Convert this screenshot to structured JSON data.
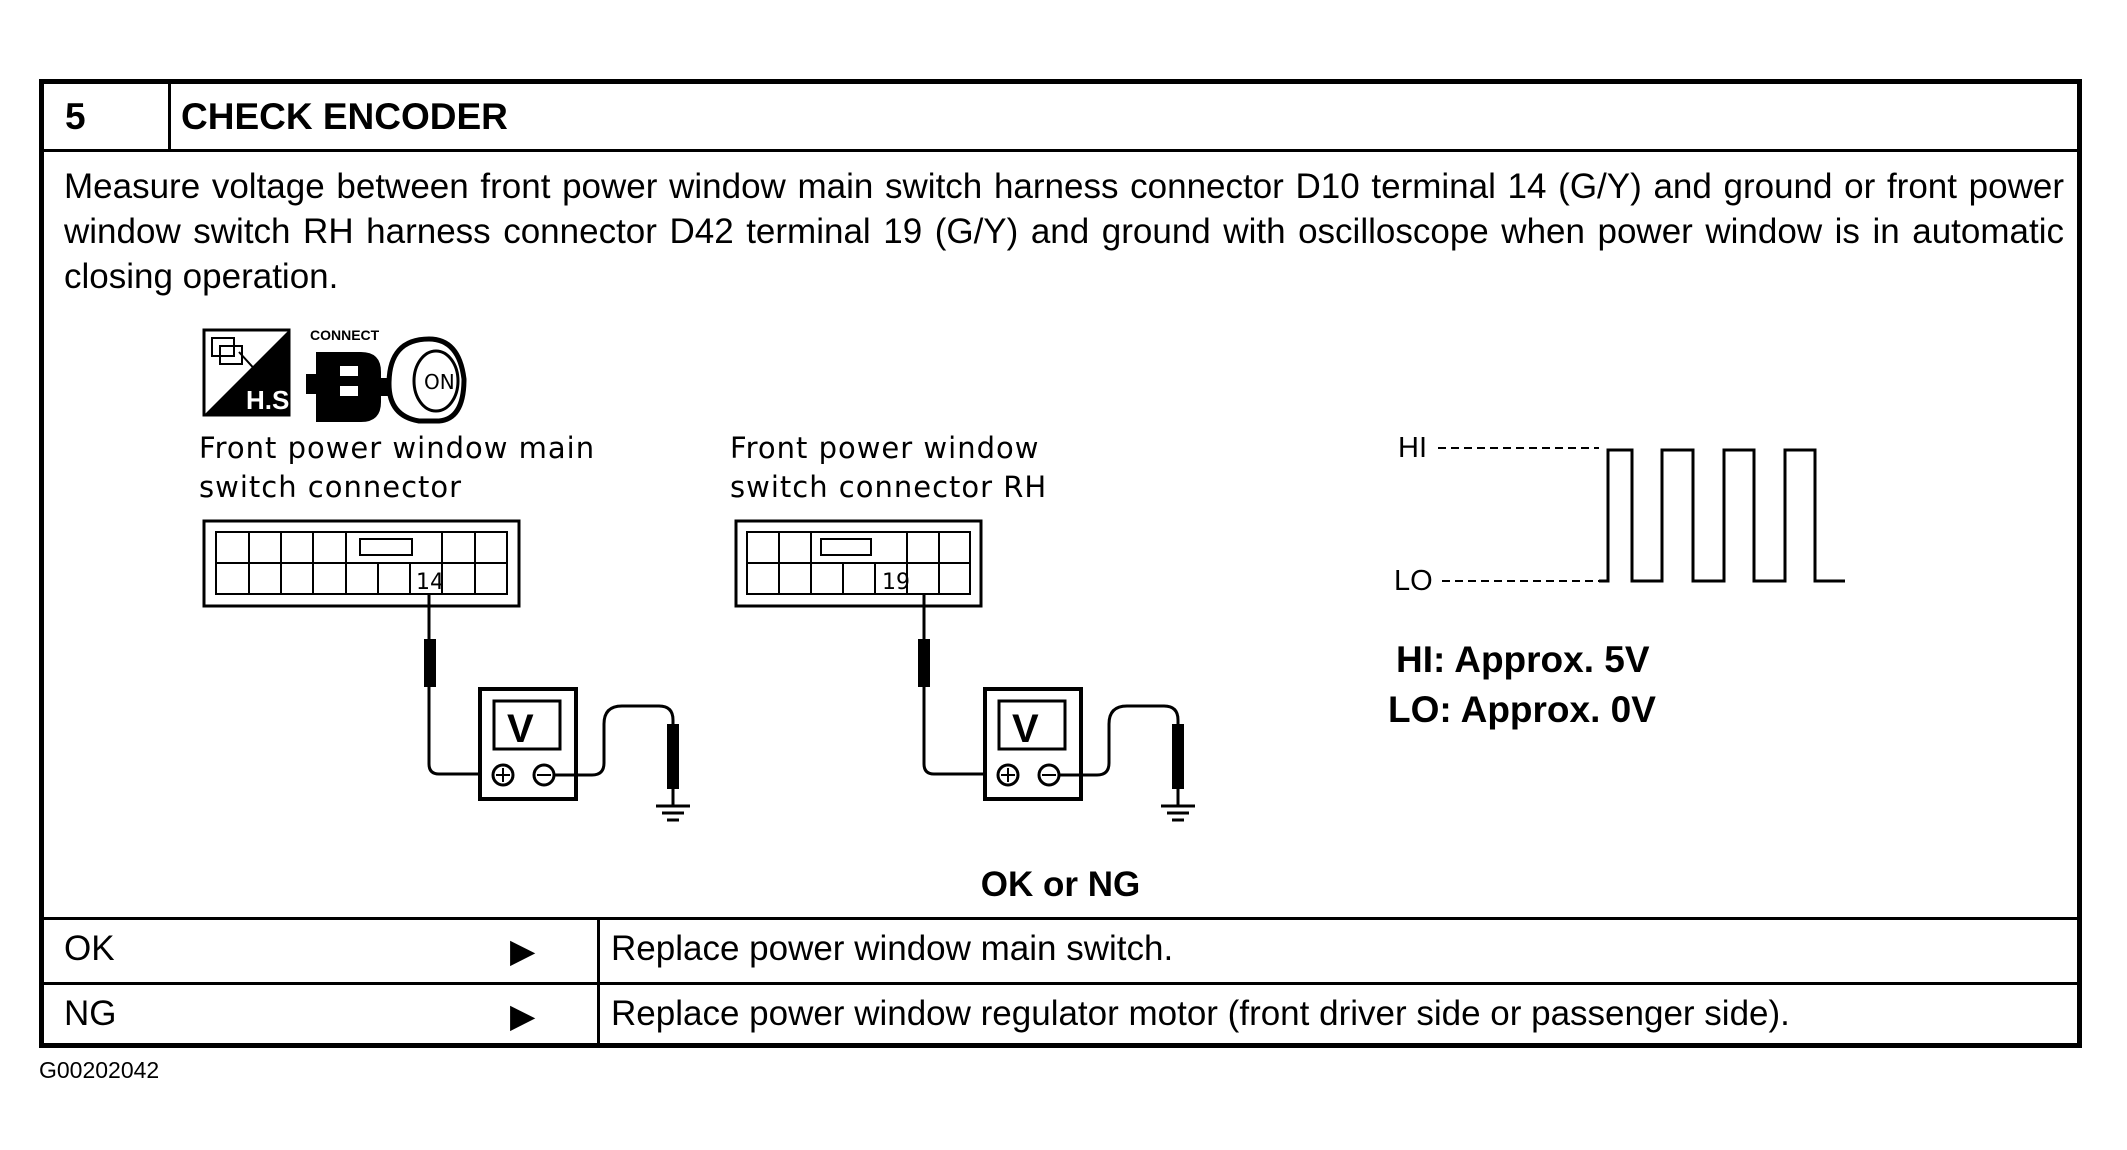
{
  "step": {
    "number": "5",
    "title": "CHECK ENCODER"
  },
  "instruction": "Measure voltage between front power window main switch harness connector D10 terminal 14 (G/Y) and ground or front power window switch RH harness connector D42 terminal 19 (G/Y) and ground with oscilloscope when power window is in automatic closing operation.",
  "icons": {
    "harness_label": "H.S.",
    "connect_label": "CONNECT",
    "ignition_label": "ON"
  },
  "connectors": [
    {
      "label_line1": "Front power window main",
      "label_line2": "switch connector",
      "terminal": "14",
      "meter": "V"
    },
    {
      "label_line1": "Front power window",
      "label_line2": "switch connector RH",
      "terminal": "19",
      "meter": "V"
    }
  ],
  "waveform": {
    "hi_label": "HI",
    "lo_label": "LO",
    "hi_value": "HI: Approx. 5V",
    "lo_value": "LO: Approx. 0V"
  },
  "result_heading": "OK or NG",
  "results": [
    {
      "label": "OK",
      "action": "Replace power window main switch."
    },
    {
      "label": "NG",
      "action": "Replace power window regulator motor (front driver side or passenger side)."
    }
  ],
  "footer_code": "G00202042"
}
